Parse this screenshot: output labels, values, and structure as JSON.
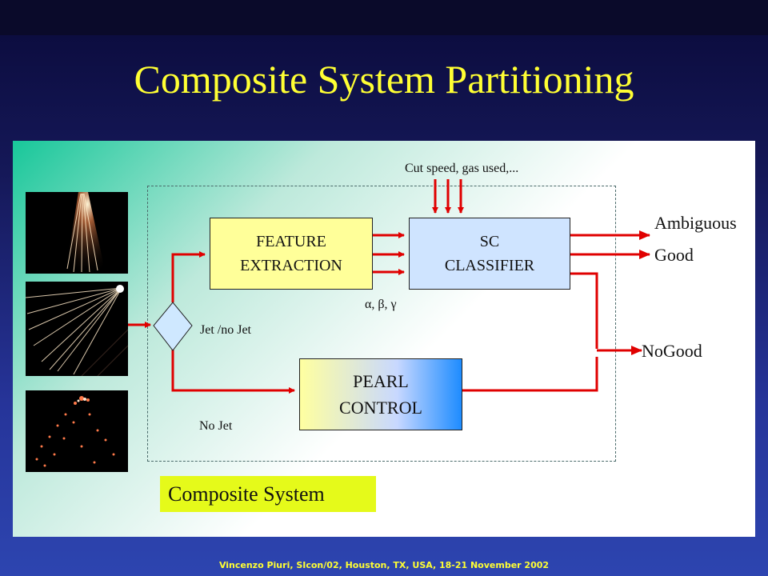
{
  "slide": {
    "title": "Composite System Partitioning",
    "footer": "Vincenzo Piuri, SIcon/02, Houston, TX, USA, 18-21 November 2002"
  },
  "diagram": {
    "blocks": {
      "feature_line1": "FEATURE",
      "feature_line2": "EXTRACTION",
      "classifier_line1": "SC",
      "classifier_line2": "CLASSIFIER",
      "pearl_line1": "PEARL",
      "pearl_line2": "CONTROL"
    },
    "labels": {
      "inputs": "Cut speed, gas used,...",
      "params": "α, β, γ",
      "jet_decision": "Jet /no Jet",
      "no_jet": "No Jet",
      "composite_system": "Composite System"
    },
    "outputs": {
      "ambiguous": "Ambiguous",
      "good": "Good",
      "nogood": "NoGood"
    },
    "colors": {
      "title": "#ffff33",
      "wire": "#e00000",
      "feature_fill": "#ffff99",
      "classifier_fill": "#cfe4ff",
      "composite_label": "#e5fa1a"
    },
    "photos": [
      "spark-jet-photo",
      "spark-fan-photo",
      "spark-scatter-photo"
    ]
  }
}
